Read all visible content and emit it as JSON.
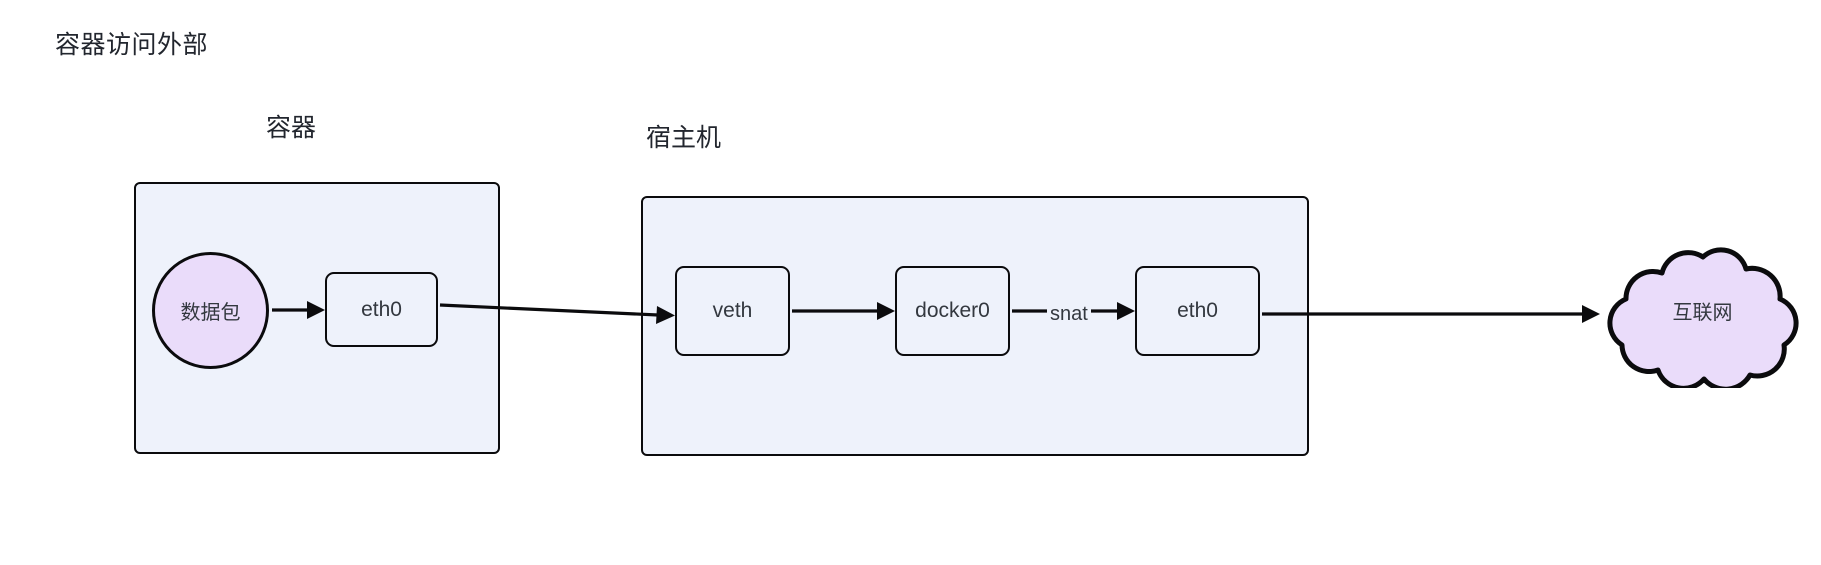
{
  "diagram": {
    "title": "容器访问外部",
    "type": "flowchart",
    "direction": "left-to-right",
    "colors": {
      "subgraph_fill": "#eef2fb",
      "node_fill": "#eef2fb",
      "accent_fill": "#eadcfa",
      "stroke": "#0b0b0d",
      "text": "#33383f",
      "background": "#ffffff"
    },
    "subgraphs": [
      {
        "id": "container",
        "label": "容器"
      },
      {
        "id": "host",
        "label": "宿主机"
      }
    ],
    "nodes": [
      {
        "id": "packet",
        "label": "数据包",
        "shape": "circle",
        "group": "container"
      },
      {
        "id": "container_eth0",
        "label": "eth0",
        "shape": "rounded-rect",
        "group": "container"
      },
      {
        "id": "veth",
        "label": "veth",
        "shape": "rounded-rect",
        "group": "host"
      },
      {
        "id": "docker0",
        "label": "docker0",
        "shape": "rounded-rect",
        "group": "host"
      },
      {
        "id": "host_eth0",
        "label": "eth0",
        "shape": "rounded-rect",
        "group": "host"
      },
      {
        "id": "internet",
        "label": "互联网",
        "shape": "cloud",
        "group": "external"
      }
    ],
    "edges": [
      {
        "from": "packet",
        "to": "container_eth0",
        "label": "",
        "style": "arrow"
      },
      {
        "from": "container_eth0",
        "to": "veth",
        "label": "",
        "style": "arrow"
      },
      {
        "from": "veth",
        "to": "docker0",
        "label": "",
        "style": "arrow"
      },
      {
        "from": "docker0",
        "to": "host_eth0",
        "label": "snat",
        "style": "arrow"
      },
      {
        "from": "host_eth0",
        "to": "internet",
        "label": "",
        "style": "arrow"
      }
    ]
  }
}
